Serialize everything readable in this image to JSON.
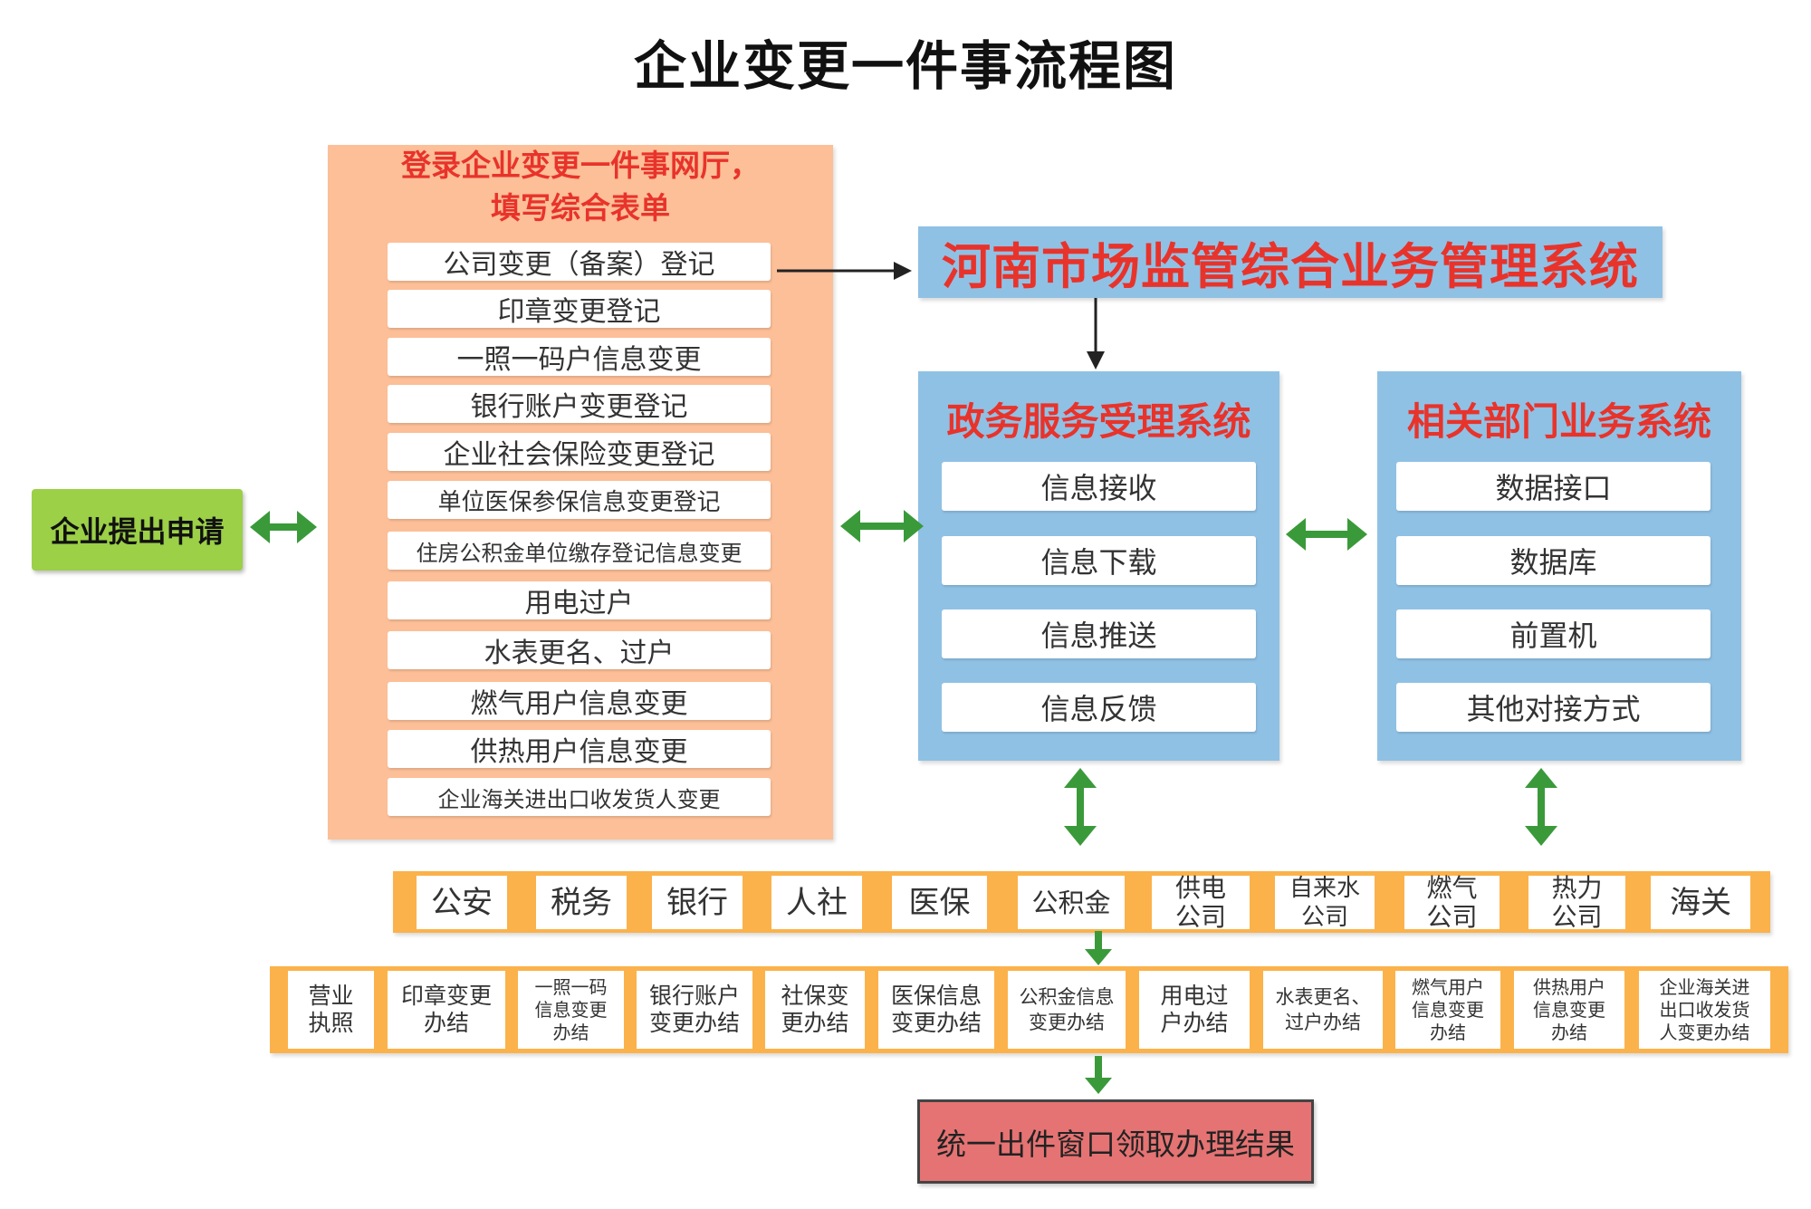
{
  "title": "企业变更一件事流程图",
  "start": "企业提出申请",
  "left_panel": {
    "heading_line1": "登录企业变更一件事网厅，",
    "heading_line2": "填写综合表单",
    "items": [
      "公司变更（备案）登记",
      "印章变更登记",
      "一照一码户信息变更",
      "银行账户变更登记",
      "企业社会保险变更登记",
      "单位医保参保信息变更登记",
      "住房公积金单位缴存登记信息变更",
      "用电过户",
      "水表更名、过户",
      "燃气用户信息变更",
      "供热用户信息变更",
      "企业海关进出口收发货人变更"
    ]
  },
  "henan_system": "河南市场监管综合业务管理系统",
  "service_system": {
    "heading": "政务服务受理系统",
    "items": [
      "信息接收",
      "信息下载",
      "信息推送",
      "信息反馈"
    ]
  },
  "dept_system": {
    "heading": "相关部门业务系统",
    "items": [
      "数据接口",
      "数据库",
      "前置机",
      "其他对接方式"
    ]
  },
  "departments": [
    {
      "l1": "公安",
      "l2": ""
    },
    {
      "l1": "税务",
      "l2": ""
    },
    {
      "l1": "银行",
      "l2": ""
    },
    {
      "l1": "人社",
      "l2": ""
    },
    {
      "l1": "医保",
      "l2": ""
    },
    {
      "l1": "公积金",
      "l2": ""
    },
    {
      "l1": "供电",
      "l2": "公司"
    },
    {
      "l1": "自来水",
      "l2": "公司"
    },
    {
      "l1": "燃气",
      "l2": "公司"
    },
    {
      "l1": "热力",
      "l2": "公司"
    },
    {
      "l1": "海关",
      "l2": ""
    }
  ],
  "results": [
    {
      "l1": "营业",
      "l2": "执照",
      "l3": ""
    },
    {
      "l1": "印章变更",
      "l2": "办结",
      "l3": ""
    },
    {
      "l1": "一照一码",
      "l2": "信息变更",
      "l3": "办结"
    },
    {
      "l1": "银行账户",
      "l2": "变更办结",
      "l3": ""
    },
    {
      "l1": "社保变",
      "l2": "更办结",
      "l3": ""
    },
    {
      "l1": "医保信息",
      "l2": "变更办结",
      "l3": ""
    },
    {
      "l1": "公积金信息",
      "l2": "变更办结",
      "l3": ""
    },
    {
      "l1": "用电过",
      "l2": "户办结",
      "l3": ""
    },
    {
      "l1": "水表更名、",
      "l2": "过户办结",
      "l3": ""
    },
    {
      "l1": "燃气用户",
      "l2": "信息变更",
      "l3": "办结"
    },
    {
      "l1": "供热用户",
      "l2": "信息变更",
      "l3": "办结"
    },
    {
      "l1": "企业海关进",
      "l2": "出口收发货",
      "l3": "人变更办结"
    }
  ],
  "final": "统一出件窗口领取办理结果",
  "colors": {
    "green_box": "#9bd047",
    "orange_panel": "#fcbf97",
    "blue_box": "#8fc1e5",
    "orange_bar": "#fbb24b",
    "red_box": "#e57373",
    "red_text": "#e8332b",
    "arrow_green": "#3a9a3a"
  }
}
